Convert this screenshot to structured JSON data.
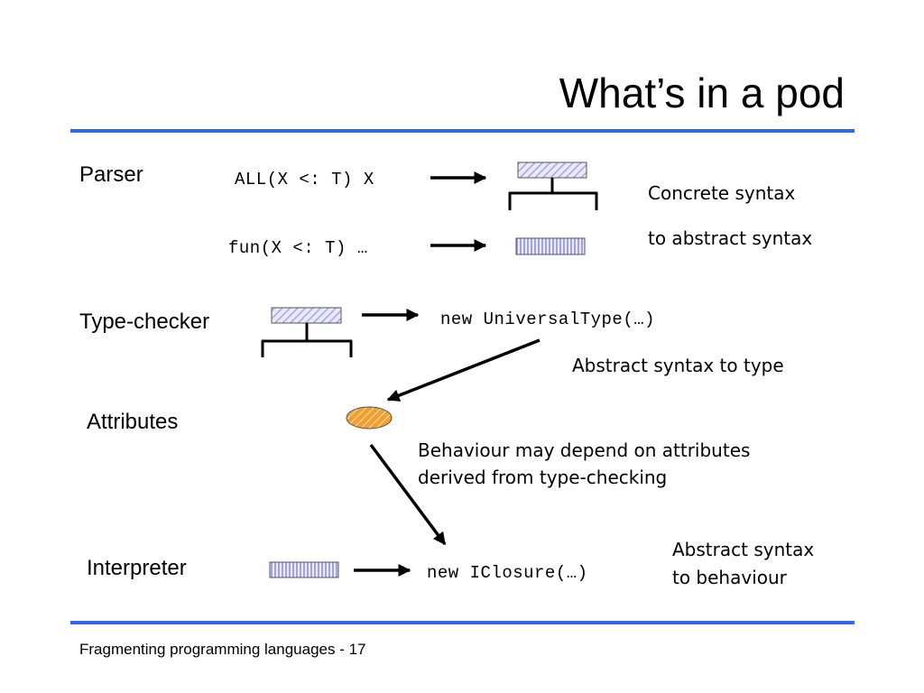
{
  "slide": {
    "title": "What’s in a pod",
    "footer": "Fragmenting programming languages  - 17"
  },
  "stages": {
    "parser": "Parser",
    "type_checker": "Type-checker",
    "attributes": "Attributes",
    "interpreter": "Interpreter"
  },
  "code": {
    "all_type": "ALL(X <: T) X",
    "fun_term": "fun(X <: T) …",
    "universal_type": "new UniversalType(…)",
    "iclosure": "new IClosure(…)"
  },
  "notes": {
    "concrete_line1": "Concrete syntax",
    "concrete_line2": "to abstract syntax",
    "abstract_to_type": "Abstract syntax to type",
    "behaviour_line1": "Behaviour may depend on attributes",
    "behaviour_line2": "derived from type-checking",
    "abstract_behaviour_line1": "Abstract syntax",
    "abstract_behaviour_line2": "to behaviour"
  },
  "colors": {
    "rule": "#3366ee",
    "box_fill": "#e8e8ff",
    "box_hatch": "#9a9ad8",
    "attribute_fill": "#f0a030",
    "attribute_hatch": "#ffe0b0"
  }
}
